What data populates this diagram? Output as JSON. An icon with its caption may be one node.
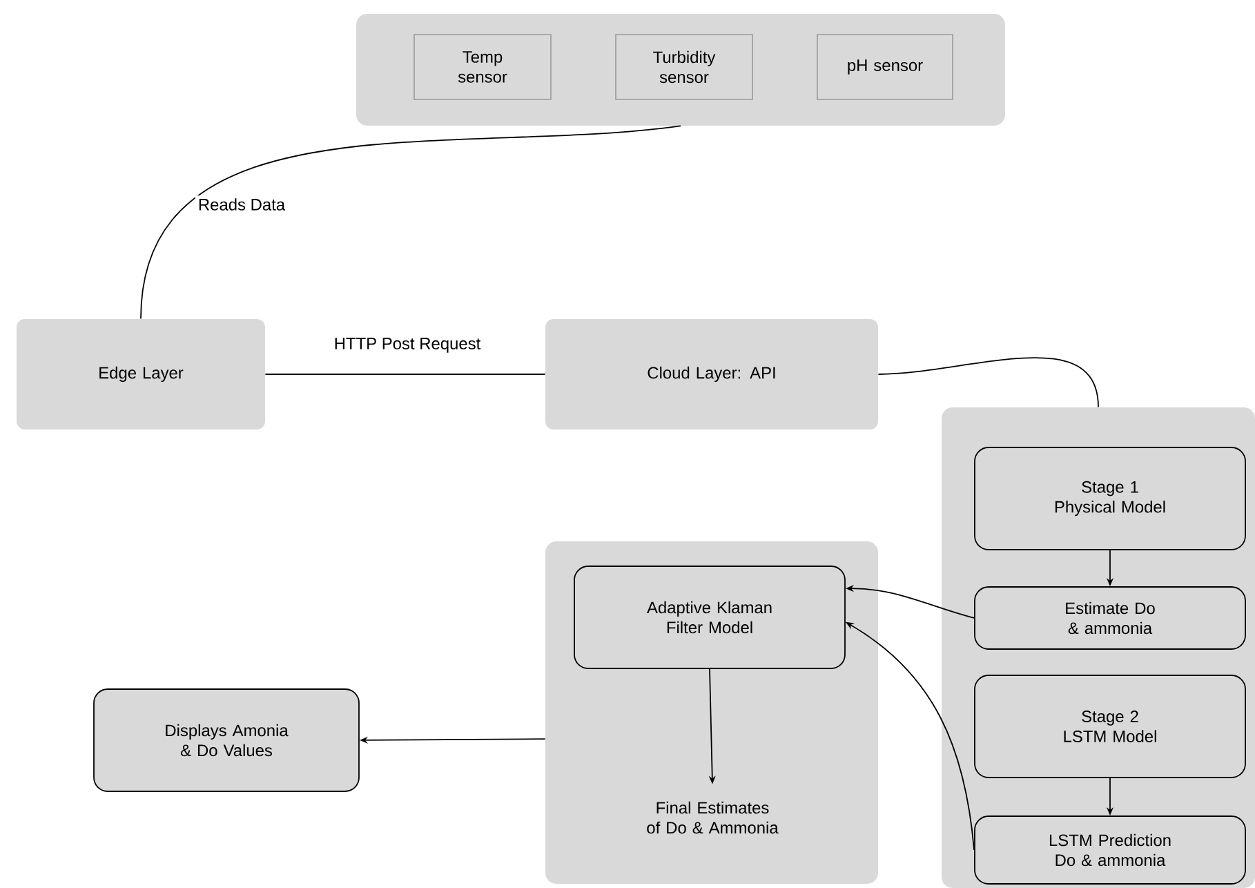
{
  "diagram": {
    "nodes": [
      {
        "text": [],
        "shape": "box"
      },
      {
        "text": [
          "Temp sensor"
        ],
        "in": 0
      },
      {
        "text": [
          "Turbidity sensor"
        ],
        "in": 0
      },
      {
        "text": [
          "pH sensor"
        ],
        "in": 0
      },
      {
        "text": [
          "Edge Layer"
        ]
      },
      {
        "text": [
          "Cloud Layer: API"
        ]
      },
      {
        "text": [],
        "shape": "box"
      },
      {
        "text": [
          "Stage 1 Physical Model"
        ],
        "in": 6
      },
      {
        "text": [
          "Estimate Do & ammonia"
        ],
        "in": 6
      },
      {
        "text": [
          "Stage 2 LSTM Model"
        ],
        "in": 6
      },
      {
        "text": [
          "LSTM Prediction Do & ammonia"
        ],
        "in": 6
      },
      {
        "text": [],
        "shape": "box"
      },
      {
        "text": [
          "Adaptive Klaman Filter Model"
        ],
        "in": 11
      },
      {
        "text": [
          "Final Estimates of Do & Ammonia"
        ],
        "in": 11
      },
      {
        "text": [
          "Displays Amonia & Do Values"
        ]
      }
    ],
    "edges": [
      {
        "from": 0,
        "to": 4,
        "arrow": "none",
        "label": "Reads Data"
      },
      {
        "from": 4,
        "to": 5,
        "arrow": "none",
        "label": "HTTP Post Request"
      },
      {
        "from": 5,
        "to": 6,
        "arrow": "none"
      },
      {
        "from": 7,
        "to": 8,
        "arrow": "to"
      },
      {
        "from": 8,
        "to": 12,
        "arrow": "to"
      },
      {
        "from": 9,
        "to": 10,
        "arrow": "to"
      },
      {
        "from": 10,
        "to": 12,
        "arrow": "to"
      },
      {
        "from": 12,
        "to": 13,
        "arrow": "to"
      },
      {
        "from": 11,
        "to": 14,
        "arrow": "to"
      }
    ]
  }
}
